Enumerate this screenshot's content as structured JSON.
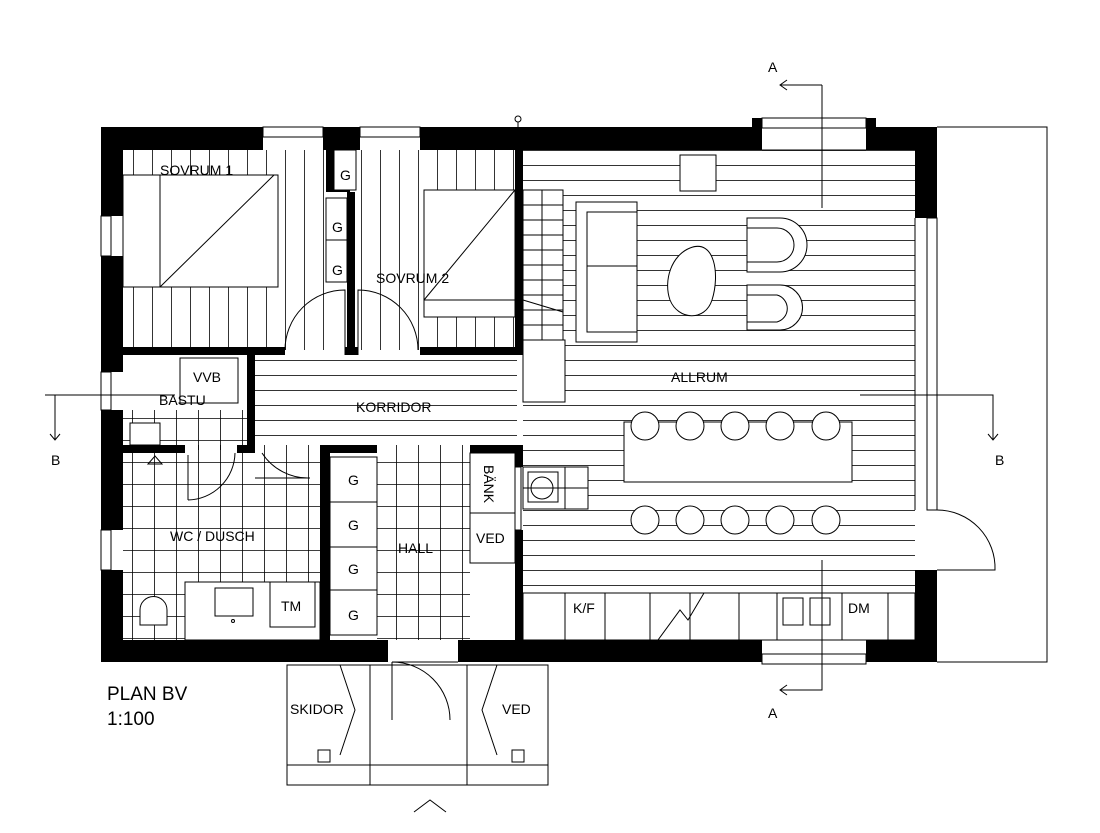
{
  "title": {
    "plan": "PLAN BV",
    "scale": "1:100"
  },
  "rooms": {
    "sovrum1": "SOVRUM 1",
    "sovrum2": "SOVRUM 2",
    "bastu": "BASTU",
    "vvb": "VVB",
    "korridor": "KORRIDOR",
    "allrum": "ALLRUM",
    "wc": "WC / DUSCH",
    "tm": "TM",
    "hall": "HALL",
    "bank": "BÄNK",
    "ved_inner": "VED",
    "kf": "K/F",
    "dm": "DM",
    "skidor": "SKIDOR",
    "ved_outer": "VED",
    "closet": "G"
  },
  "sections": {
    "a_top": "A",
    "a_bottom": "A",
    "b_left": "B",
    "b_right": "B"
  }
}
